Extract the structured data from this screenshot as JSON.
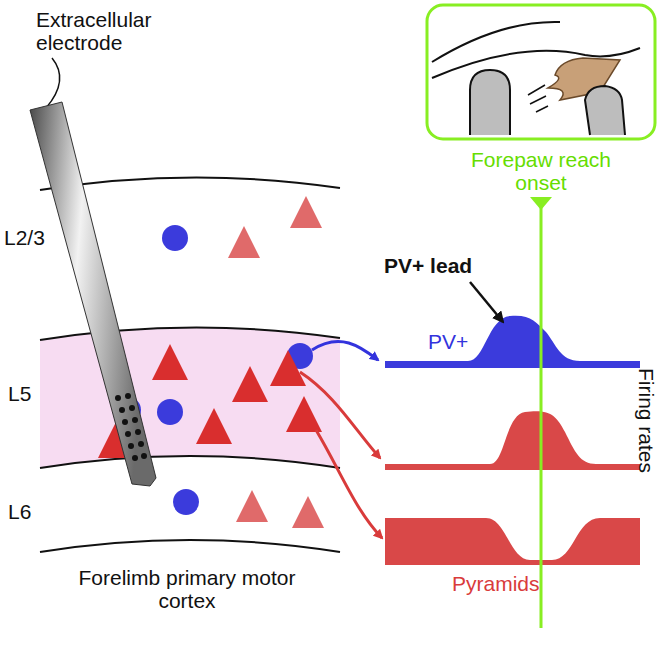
{
  "diagram": {
    "labels": [
      "Extracellular electrode",
      "L2/3",
      "L5",
      "L6",
      "Forelimb primary motor cortex",
      "Forepaw reach onset",
      "PV+ lead",
      "PV+",
      "Pyramids",
      "Firing rates"
    ]
  }
}
